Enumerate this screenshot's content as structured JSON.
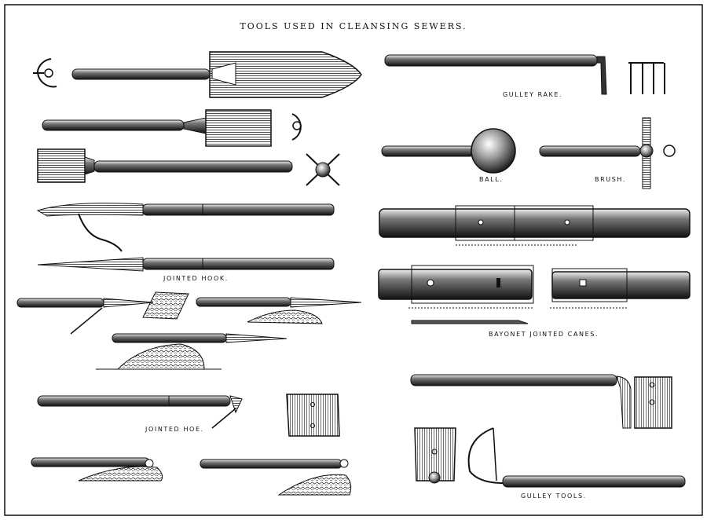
{
  "title": "TOOLS USED IN CLEANSING SEWERS.",
  "labels": {
    "gulley_rake": "GULLEY RAKE.",
    "ball": "BALL.",
    "brush": "BRUSH.",
    "jointed_hook": "JOINTED HOOK.",
    "bayonet_jointed_canes": "BAYONET JOINTED CANES.",
    "jointed_hoe": "JOINTED HOE.",
    "gulley_tools": "GULLEY TOOLS."
  }
}
